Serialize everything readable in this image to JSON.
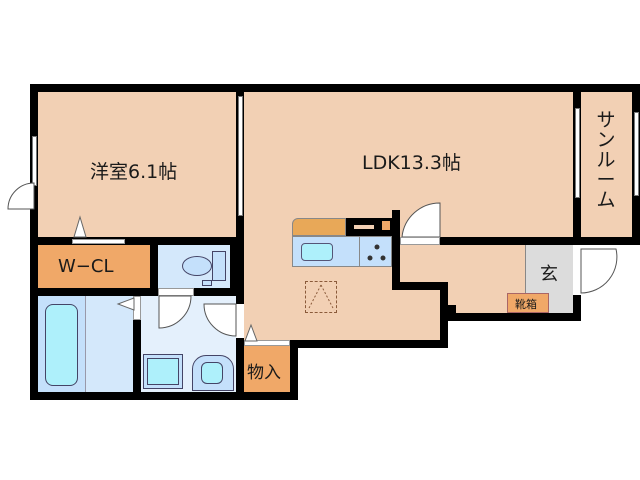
{
  "colors": {
    "wall": "#000000",
    "room_beige": "#f2d0b4",
    "storage_orange": "#f0a868",
    "wet_blue": "#d4e8fb",
    "fixture_cyan": "#aef0fb",
    "entrance_gray": "#dcdcdc",
    "counter_tan": "#e8a858"
  },
  "rooms": {
    "western_room": {
      "label": "洋室6.1帖"
    },
    "ldk": {
      "label": "LDK13.3帖"
    },
    "sunroom": {
      "label": "サンルーム"
    },
    "walk_in_closet": {
      "label": "W−CL"
    },
    "entrance": {
      "label": "玄"
    },
    "shoe_box": {
      "label": "靴箱"
    },
    "storage": {
      "label": "物入"
    }
  }
}
